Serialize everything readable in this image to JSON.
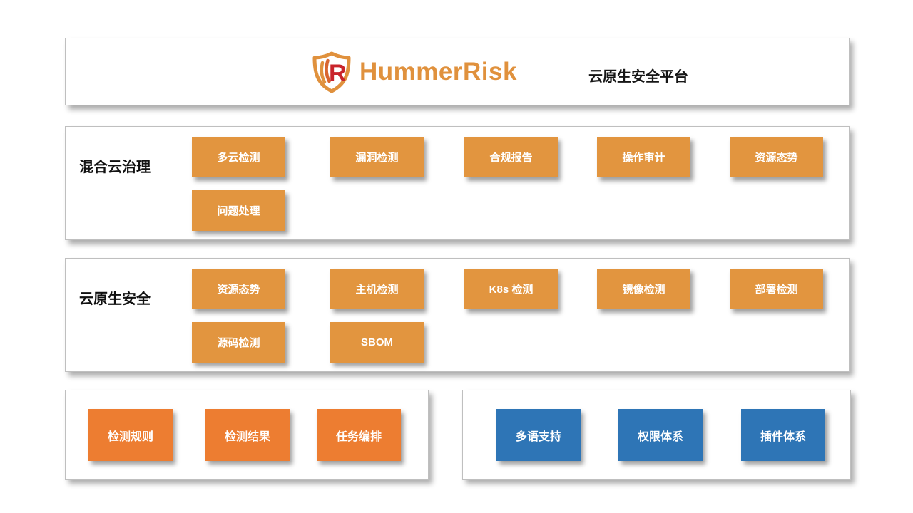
{
  "header": {
    "brand": "HummerRisk",
    "platform_title": "云原生安全平台"
  },
  "sections": [
    {
      "label": "混合云治理",
      "row1": [
        "多云检测",
        "漏洞检测",
        "合规报告",
        "操作审计",
        "资源态势"
      ],
      "row2": [
        "问题处理"
      ]
    },
    {
      "label": "云原生安全",
      "row1": [
        "资源态势",
        "主机检测",
        "K8s 检测",
        "镜像检测",
        "部署检测"
      ],
      "row2": [
        "源码检测",
        "SBOM"
      ]
    }
  ],
  "task_panel": {
    "items": [
      "检测规则",
      "检测结果",
      "任务编排"
    ]
  },
  "system_panel": {
    "items": [
      "多语支持",
      "权限体系",
      "插件体系"
    ]
  },
  "colors": {
    "brand_orange": "#E0913D",
    "module_orange": "#E2953F",
    "task_orange": "#ED7D31",
    "system_blue": "#2E75B6",
    "logo_red": "#C9242B"
  }
}
